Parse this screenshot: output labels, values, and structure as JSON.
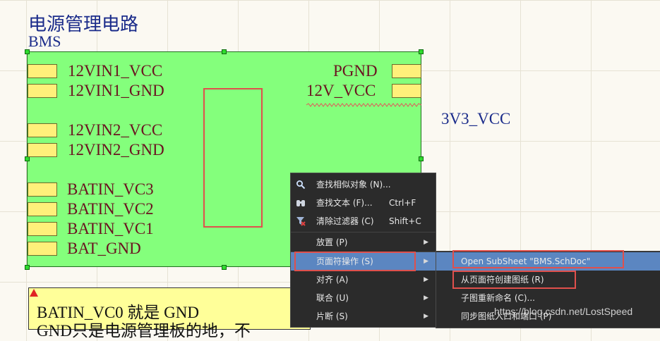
{
  "sheet": {
    "title": "电源管理电路",
    "designator": "BMS",
    "left_entries": [
      "12VIN1_VCC",
      "12VIN1_GND",
      "12VIN2_VCC",
      "12VIN2_GND",
      "BATIN_VC3",
      "BATIN_VC2",
      "BATIN_VC1",
      "BAT_GND"
    ],
    "right_entries": [
      "PGND",
      "12V_VCC"
    ],
    "outside_net": "3V3_VCC",
    "colors": {
      "sheet_fill": "#84ff7c",
      "entry_fill": "#fff07a",
      "label": "#6b1220",
      "net": "#1a2b8a",
      "highlight": "#e0504c"
    }
  },
  "note": {
    "line1": "BATIN_VC0 就是 GND",
    "line2": "GND只是电源管理板的地，不"
  },
  "context_menu": {
    "items": [
      {
        "icon": "search-icon",
        "label": "查找相似对象 (N)...",
        "shortcut": ""
      },
      {
        "icon": "binoculars-icon",
        "label": "查找文本 (F)...",
        "shortcut": "Ctrl+F"
      },
      {
        "icon": "filter-clear-icon",
        "label": "清除过滤器 (C)",
        "shortcut": "Shift+C"
      },
      {
        "icon": "",
        "label": "放置 (P)",
        "shortcut": ""
      },
      {
        "icon": "",
        "label": "页面符操作 (S)",
        "shortcut": ""
      },
      {
        "icon": "",
        "label": "对齐 (A)",
        "shortcut": ""
      },
      {
        "icon": "",
        "label": "联合 (U)",
        "shortcut": ""
      },
      {
        "icon": "",
        "label": "片断 (S)",
        "shortcut": ""
      }
    ]
  },
  "submenu": {
    "items": [
      {
        "label": "Open SubSheet \"BMS.SchDoc\""
      },
      {
        "label": "从页面符创建图纸 (R)"
      },
      {
        "label": "子图重新命名 (C)..."
      },
      {
        "label": "同步图纸入口和端口 (P)"
      }
    ]
  },
  "watermark": "https://blog.csdn.net/LostSpeed"
}
